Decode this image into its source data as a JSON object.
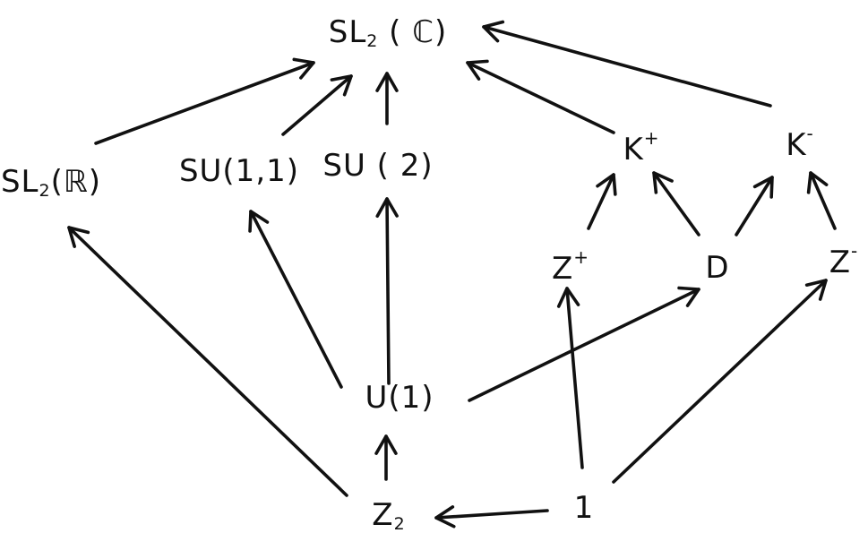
{
  "diagram": {
    "nodes": [
      {
        "id": "sl2c",
        "main": "SL",
        "sub": "2",
        "tail": " ( ℂ)"
      },
      {
        "id": "sl2r",
        "main": "SL",
        "sub": "2",
        "tail": "(ℝ)"
      },
      {
        "id": "su11",
        "main": "SU(1,1)"
      },
      {
        "id": "su2",
        "main": "SU ( 2)"
      },
      {
        "id": "kplus",
        "main": "K",
        "sup": "+"
      },
      {
        "id": "kminus",
        "main": "K",
        "sup": "-"
      },
      {
        "id": "zplus",
        "main": "Z",
        "sup": "+"
      },
      {
        "id": "d",
        "main": "D"
      },
      {
        "id": "zminus",
        "main": "Z",
        "sup": "-"
      },
      {
        "id": "u1",
        "main": "U(1)"
      },
      {
        "id": "z2",
        "main": "Z",
        "sub": "2"
      },
      {
        "id": "one",
        "main": "1"
      }
    ],
    "edges": [
      {
        "from": "sl2r",
        "to": "sl2c"
      },
      {
        "from": "su11",
        "to": "sl2c"
      },
      {
        "from": "su2",
        "to": "sl2c"
      },
      {
        "from": "kplus",
        "to": "sl2c"
      },
      {
        "from": "kminus",
        "to": "sl2c"
      },
      {
        "from": "zplus",
        "to": "kplus"
      },
      {
        "from": "d",
        "to": "kplus"
      },
      {
        "from": "d",
        "to": "kminus"
      },
      {
        "from": "zminus",
        "to": "kminus"
      },
      {
        "from": "u1",
        "to": "su11"
      },
      {
        "from": "u1",
        "to": "su2"
      },
      {
        "from": "u1",
        "to": "d"
      },
      {
        "from": "z2",
        "to": "sl2r"
      },
      {
        "from": "z2",
        "to": "u1"
      },
      {
        "from": "one",
        "to": "z2"
      },
      {
        "from": "one",
        "to": "zplus"
      },
      {
        "from": "one",
        "to": "zminus"
      }
    ]
  }
}
